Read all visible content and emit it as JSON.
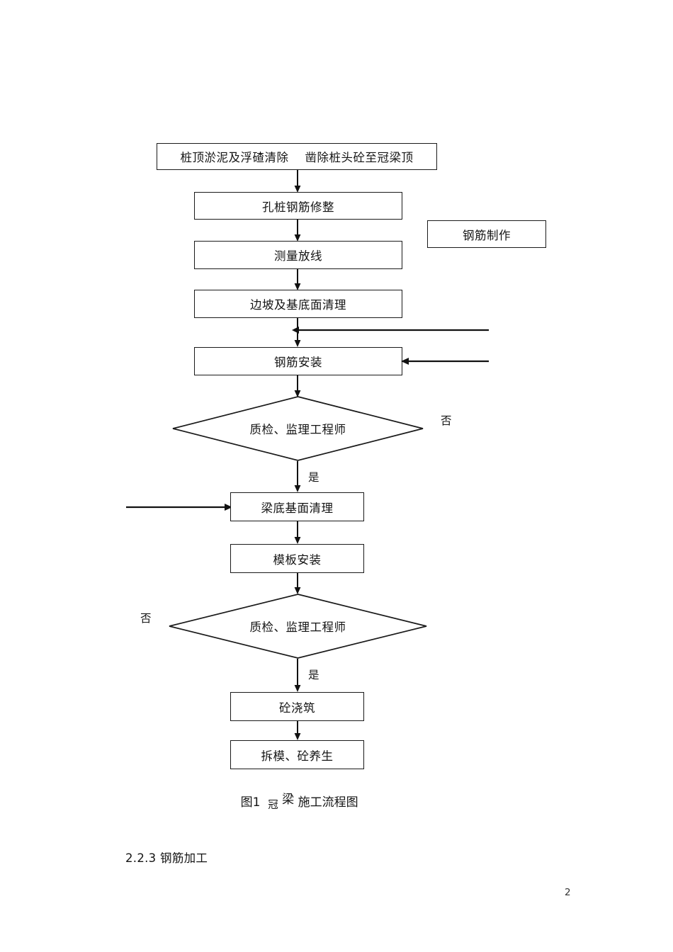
{
  "document": {
    "page_number": "2",
    "section_heading": "2.2.3 钢筋加工",
    "figure_caption": {
      "prefix": "图1",
      "small_char": "冠",
      "raised_char": "梁",
      "suffix": "施工流程图",
      "full": "图1 冠 梁 施工流程图"
    }
  },
  "flowchart": {
    "title": "冠梁施工流程图",
    "nodes": [
      {
        "id": "n1",
        "shape": "process",
        "label": "桩顶淤泥及浮碴清除    凿除桩头砼至冠梁顶"
      },
      {
        "id": "n2",
        "shape": "process",
        "label": "孔桩钢筋修整"
      },
      {
        "id": "n3",
        "shape": "process",
        "label": "测量放线"
      },
      {
        "id": "n4",
        "shape": "process",
        "label": "边坡及基底面清理"
      },
      {
        "id": "n5",
        "shape": "process",
        "label": "钢筋安装"
      },
      {
        "id": "n6",
        "shape": "decision",
        "label": "质检、监理工程师"
      },
      {
        "id": "n7",
        "shape": "process",
        "label": "梁底基面清理"
      },
      {
        "id": "n8",
        "shape": "process",
        "label": "模板安装"
      },
      {
        "id": "n9",
        "shape": "decision",
        "label": "质检、监理工程师"
      },
      {
        "id": "n10",
        "shape": "process",
        "label": "砼浇筑"
      },
      {
        "id": "n11",
        "shape": "process",
        "label": "拆模、砼养生"
      },
      {
        "id": "n12",
        "shape": "process",
        "label": "钢筋制作"
      }
    ],
    "branch_labels": {
      "no_1": "否",
      "yes_1": "是",
      "no_2": "否",
      "yes_2": "是"
    },
    "colors": {
      "stroke": "#1a1a1a",
      "fill": "#ffffff",
      "text": "#141414"
    }
  }
}
